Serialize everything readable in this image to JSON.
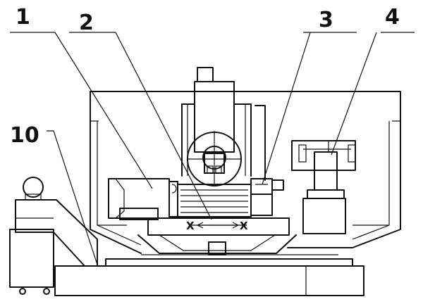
{
  "callouts": {
    "c1": "1",
    "c2": "2",
    "c3": "3",
    "c4": "4",
    "c10": "10"
  },
  "marks": {
    "x_left": "X",
    "x_right": "X"
  },
  "colors": {
    "line": "#111111",
    "background": "#ffffff"
  }
}
